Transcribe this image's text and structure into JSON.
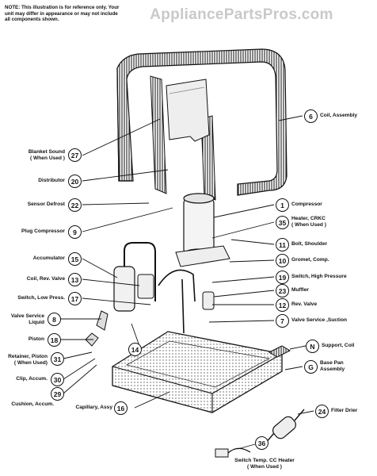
{
  "watermark": "AppliancePartsPros.com",
  "note": "NOTE: This illustration is for reference only. Your unit may differ in appearance or may not include all components shown.",
  "callouts": [
    {
      "id": "c27",
      "number": "27",
      "label": "Blanket Sound\n( When Used )",
      "side": "left"
    },
    {
      "id": "c20",
      "number": "20",
      "label": "Distributor",
      "side": "left"
    },
    {
      "id": "c22",
      "number": "22",
      "label": "Sensor Defrost",
      "side": "left"
    },
    {
      "id": "c9",
      "number": "9",
      "label": "Plug Compressor",
      "side": "left"
    },
    {
      "id": "c15",
      "number": "15",
      "label": "Accumulator",
      "side": "left"
    },
    {
      "id": "c13",
      "number": "13",
      "label": "Coil, Rev. Valve",
      "side": "left"
    },
    {
      "id": "c17",
      "number": "17",
      "label": "Switch, Low Press.",
      "side": "left"
    },
    {
      "id": "c8",
      "number": "8",
      "label": "Valve Service\nLiquid",
      "side": "left"
    },
    {
      "id": "c18",
      "number": "18",
      "label": "Piston",
      "side": "left"
    },
    {
      "id": "c31",
      "number": "31",
      "label": "Retainer, Piston\n( When Used)",
      "side": "left"
    },
    {
      "id": "c30",
      "number": "30",
      "label": "Clip, Accum.",
      "side": "left"
    },
    {
      "id": "c29",
      "number": "29",
      "label": "Cushion, Accum.",
      "side": "left"
    },
    {
      "id": "c14",
      "number": "14",
      "label": "",
      "side": "left"
    },
    {
      "id": "c16",
      "number": "16",
      "label": "Capillary, Assy",
      "side": "left"
    },
    {
      "id": "c6",
      "number": "6",
      "label": "Coil, Assembly",
      "side": "right"
    },
    {
      "id": "c1",
      "number": "1",
      "label": "Compressor",
      "side": "right"
    },
    {
      "id": "c35",
      "number": "35",
      "label": "Heater, CRKC\n( When Used )",
      "side": "right"
    },
    {
      "id": "c11",
      "number": "11",
      "label": "Bolt, Shoulder",
      "side": "right"
    },
    {
      "id": "c10",
      "number": "10",
      "label": "Gromet, Comp.",
      "side": "right"
    },
    {
      "id": "c19",
      "number": "19",
      "label": "Switch, High Pressure",
      "side": "right"
    },
    {
      "id": "c23",
      "number": "23",
      "label": "Muffler",
      "side": "right"
    },
    {
      "id": "c12",
      "number": "12",
      "label": "Rev. Valve",
      "side": "right"
    },
    {
      "id": "c7",
      "number": "7",
      "label": "Valve Service ,Suction",
      "side": "right"
    },
    {
      "id": "cN",
      "number": "N",
      "label": "Support, Coil",
      "side": "right"
    },
    {
      "id": "cG",
      "number": "G",
      "label": "Base Pan\nAssembly",
      "side": "right"
    },
    {
      "id": "c24",
      "number": "24",
      "label": "Filter Drier",
      "side": "right"
    },
    {
      "id": "c36",
      "number": "36",
      "label": "Switch Temp. CC Heater\n( When Used )",
      "side": "right"
    }
  ]
}
